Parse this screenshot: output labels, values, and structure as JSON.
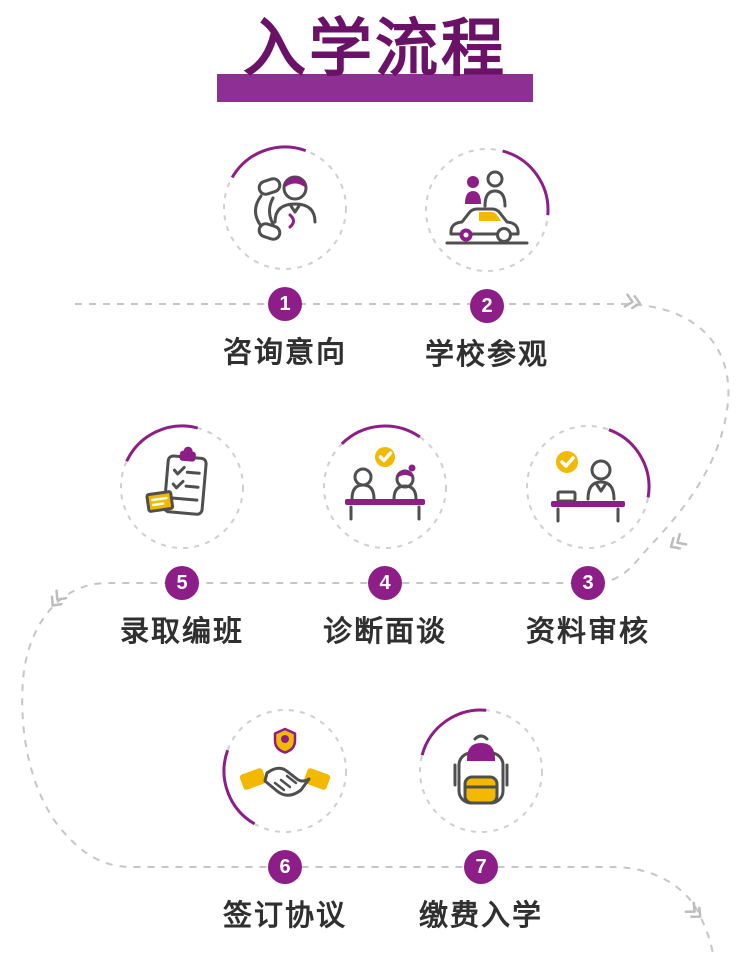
{
  "title": "入学流程",
  "colors": {
    "purple": "#8d1d87",
    "title_bar_purple": "#8e2f93",
    "yellow": "#f3b900",
    "connector_gray": "#c6c6c6",
    "ink": "#303030"
  },
  "connector": {
    "style": "dashed",
    "arrow_glyph": "»"
  },
  "steps": [
    {
      "num": "1",
      "label": "咨询意向",
      "icon": "phone-consult-icon"
    },
    {
      "num": "2",
      "label": "学校参观",
      "icon": "campus-tour-car-icon"
    },
    {
      "num": "3",
      "label": "资料审核",
      "icon": "document-review-icon"
    },
    {
      "num": "4",
      "label": "诊断面谈",
      "icon": "interview-icon"
    },
    {
      "num": "5",
      "label": "录取编班",
      "icon": "admission-checklist-icon"
    },
    {
      "num": "6",
      "label": "签订协议",
      "icon": "handshake-agreement-icon"
    },
    {
      "num": "7",
      "label": "缴费入学",
      "icon": "backpack-enroll-icon"
    }
  ]
}
